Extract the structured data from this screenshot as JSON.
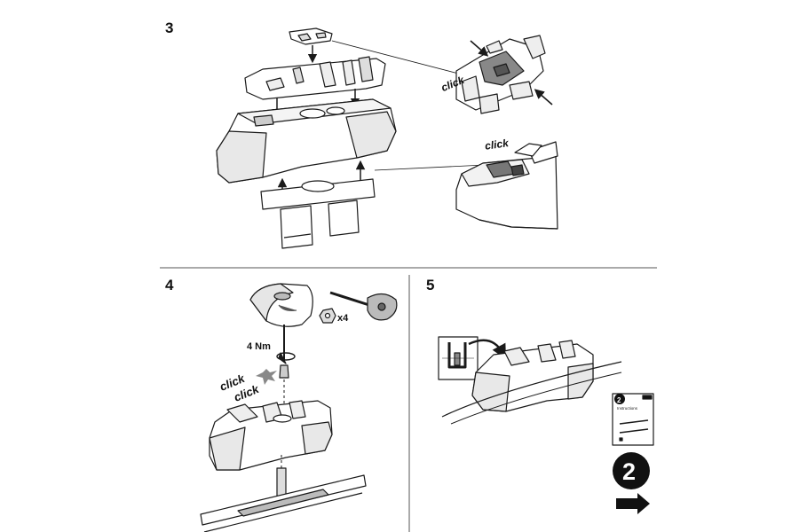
{
  "steps": {
    "s3": "3",
    "s4": "4",
    "s5": "5"
  },
  "labels": {
    "click_top": "click",
    "click_right": "click",
    "click_a": "click",
    "click_b": "click",
    "torque": "4 Nm",
    "qty": "x4",
    "booklet_num": "2",
    "booklet_title": "Instructions",
    "next_step": "2"
  },
  "colors": {
    "line": "#1a1a1a",
    "divider": "#555555",
    "badge": "#111111"
  },
  "icons": [
    "arrow-down-icon",
    "arrow-up-icon",
    "rotation-arrow-icon",
    "next-arrow-icon",
    "tool-key-icon",
    "nut-icon"
  ]
}
